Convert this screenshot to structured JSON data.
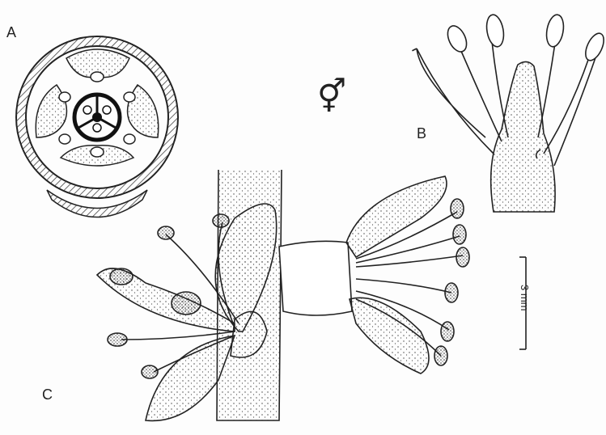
{
  "panels": {
    "a": "A",
    "b": "B",
    "c": "C"
  },
  "symbol": "⚥",
  "scale_bar": {
    "label": "3 mm",
    "value_mm": 3
  }
}
